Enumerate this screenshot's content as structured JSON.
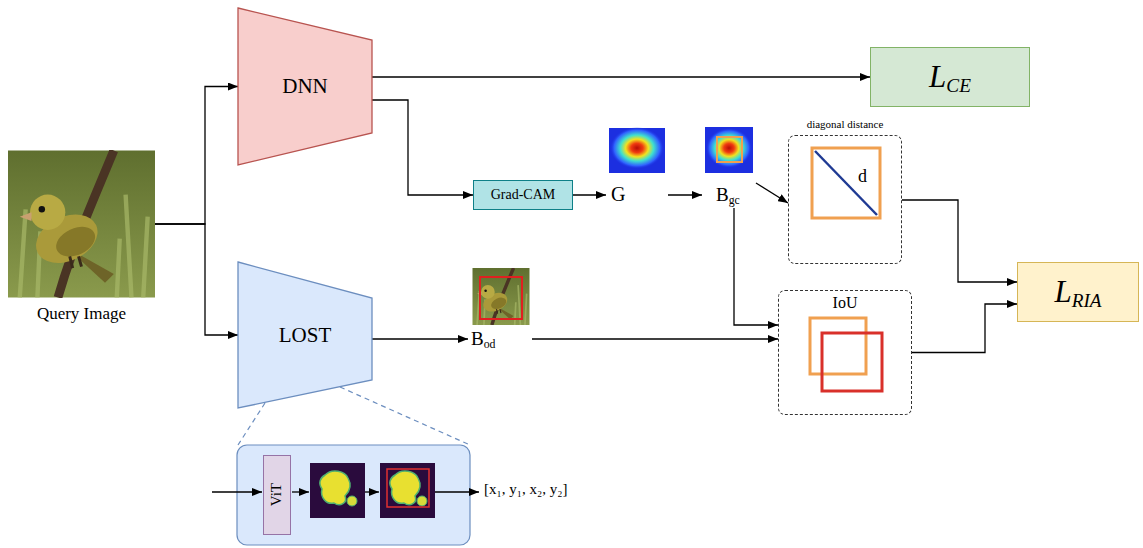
{
  "diagram": {
    "nodes": [
      {
        "text": [
          "Query Image"
        ]
      },
      {
        "text": [
          "DNN"
        ]
      },
      {
        "text": [
          "LOST"
        ]
      },
      {
        "text": [
          "LCE"
        ]
      },
      {
        "text": [
          "Grad-CAM"
        ]
      },
      {
        "text": [
          "G"
        ]
      },
      {
        "text": [
          "Bgc"
        ]
      },
      {
        "text": [
          "Bod"
        ]
      },
      {
        "text": [
          "diagonal distance",
          "d"
        ]
      },
      {
        "text": [
          "IoU"
        ]
      },
      {
        "text": [
          "LRIA"
        ]
      },
      {
        "text": [
          "ViT"
        ]
      }
    ],
    "edges": [
      {
        "from": 0,
        "to": 1,
        "arrow": "to"
      },
      {
        "from": 0,
        "to": 2,
        "arrow": "to"
      },
      {
        "from": 1,
        "to": 3,
        "arrow": "to"
      },
      {
        "from": 1,
        "to": 4,
        "arrow": "to"
      },
      {
        "from": 4,
        "to": 5,
        "arrow": "to"
      },
      {
        "from": 5,
        "to": 6,
        "arrow": "to"
      },
      {
        "from": 6,
        "to": 8,
        "arrow": "to"
      },
      {
        "from": 6,
        "to": 9,
        "arrow": "to"
      },
      {
        "from": 2,
        "to": 7,
        "arrow": "to"
      },
      {
        "from": 7,
        "to": 9,
        "arrow": "to"
      },
      {
        "from": 8,
        "to": 10,
        "arrow": "to"
      },
      {
        "from": 9,
        "to": 10,
        "arrow": "to"
      }
    ],
    "labels": [
      "[x₁, y₁, x₂, y₂]"
    ]
  }
}
